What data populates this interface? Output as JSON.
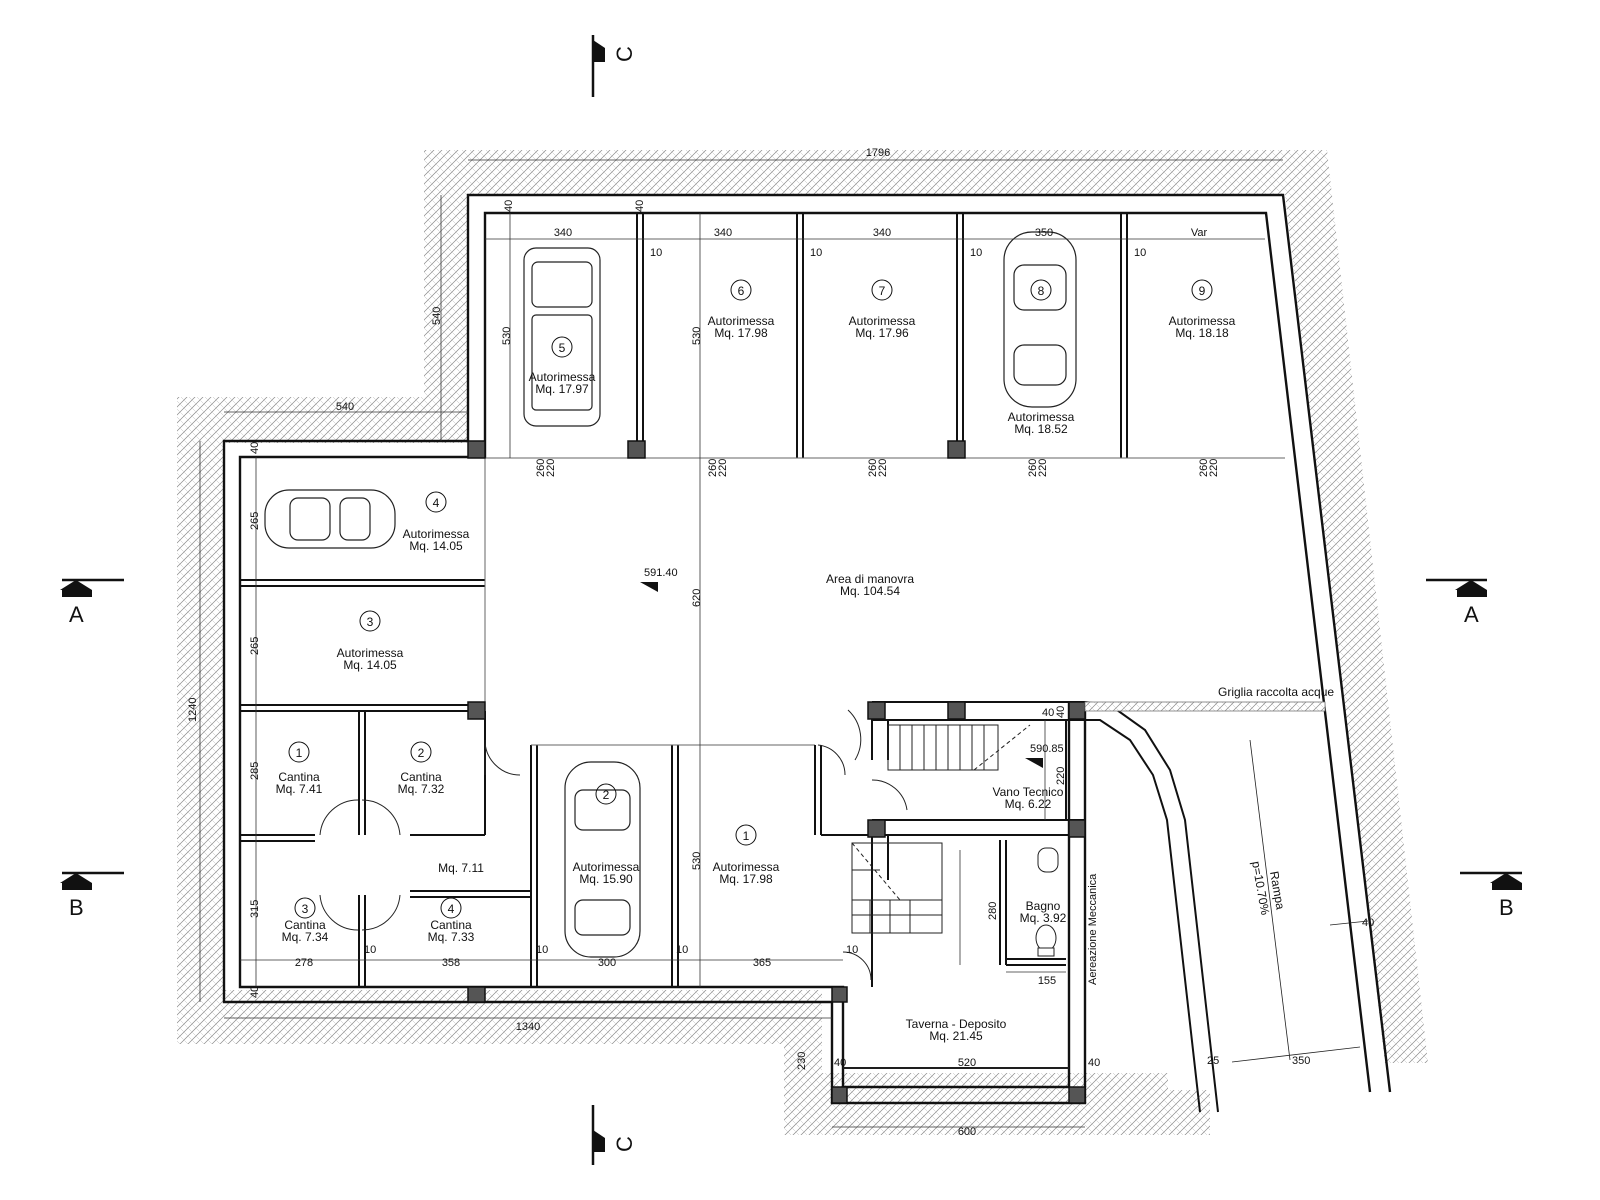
{
  "plan": {
    "overall_dims": {
      "top": "1796",
      "left": "1240",
      "bottom": "1340",
      "left_wing_top": "540",
      "left_wing_side": "540"
    },
    "section_marks": {
      "a": "A",
      "b": "B",
      "c": "C"
    },
    "garages_top": [
      {
        "num": "5",
        "label": "Autorimessa",
        "area": "Mq. 17.97",
        "width": "340",
        "depth": "530"
      },
      {
        "num": "6",
        "label": "Autorimessa",
        "area": "Mq. 17.98",
        "width": "340",
        "depth": "530"
      },
      {
        "num": "7",
        "label": "Autorimessa",
        "area": "Mq. 17.96",
        "width": "340",
        "depth": ""
      },
      {
        "num": "8",
        "label": "Autorimessa",
        "area": "Mq. 18.52",
        "width": "350",
        "depth": ""
      },
      {
        "num": "9",
        "label": "Autorimessa",
        "area": "Mq. 18.18",
        "width": "Var",
        "depth": ""
      }
    ],
    "garages_left": [
      {
        "num": "4",
        "label": "Autorimessa",
        "area": "Mq. 14.05",
        "depth": "265"
      },
      {
        "num": "3",
        "label": "Autorimessa",
        "area": "Mq. 14.05",
        "depth": "265"
      }
    ],
    "garages_bottom": [
      {
        "num": "2",
        "label": "Autorimessa",
        "area": "Mq. 15.90",
        "width": "300"
      },
      {
        "num": "1",
        "label": "Autorimessa",
        "area": "Mq. 17.98",
        "width": "365",
        "depth": "530"
      }
    ],
    "cellars": [
      {
        "num": "1",
        "label": "Cantina",
        "area": "Mq. 7.41",
        "depth": "285"
      },
      {
        "num": "2",
        "label": "Cantina",
        "area": "Mq. 7.32"
      },
      {
        "num": "3",
        "label": "Cantina",
        "area": "Mq. 7.34",
        "width": "278",
        "depth": "315"
      },
      {
        "num": "4",
        "label": "Cantina",
        "area": "Mq. 7.33",
        "width": "358"
      }
    ],
    "corridor_area": "Mq. 7.11",
    "maneuver": {
      "label": "Area di manovra",
      "area": "Mq. 104.54",
      "depth": "620",
      "level": "591.40"
    },
    "tech_room": {
      "label": "Vano Tecnico",
      "area": "Mq. 6.22",
      "level": "590.85",
      "depth": "220",
      "wall": "40"
    },
    "bathroom": {
      "label": "Bagno",
      "area": "Mq. 3.92",
      "depth": "280",
      "width": "155"
    },
    "taverna": {
      "label": "Taverna - Deposito",
      "area": "Mq. 21.45",
      "inner_width": "520",
      "outer_width": "600",
      "depth": "230",
      "wall_left": "40",
      "wall_right": "40"
    },
    "ventilation": "Aereazione Meccanica",
    "grate": "Griglia raccolta acque",
    "ramp": {
      "label": "Rampa",
      "slope": "p=10.70%",
      "width": "350",
      "edge": "25",
      "wall": "40"
    },
    "door_dims": {
      "a": "260",
      "b": "220"
    },
    "wall_thk": {
      "t40": "40",
      "t10": "10"
    }
  }
}
